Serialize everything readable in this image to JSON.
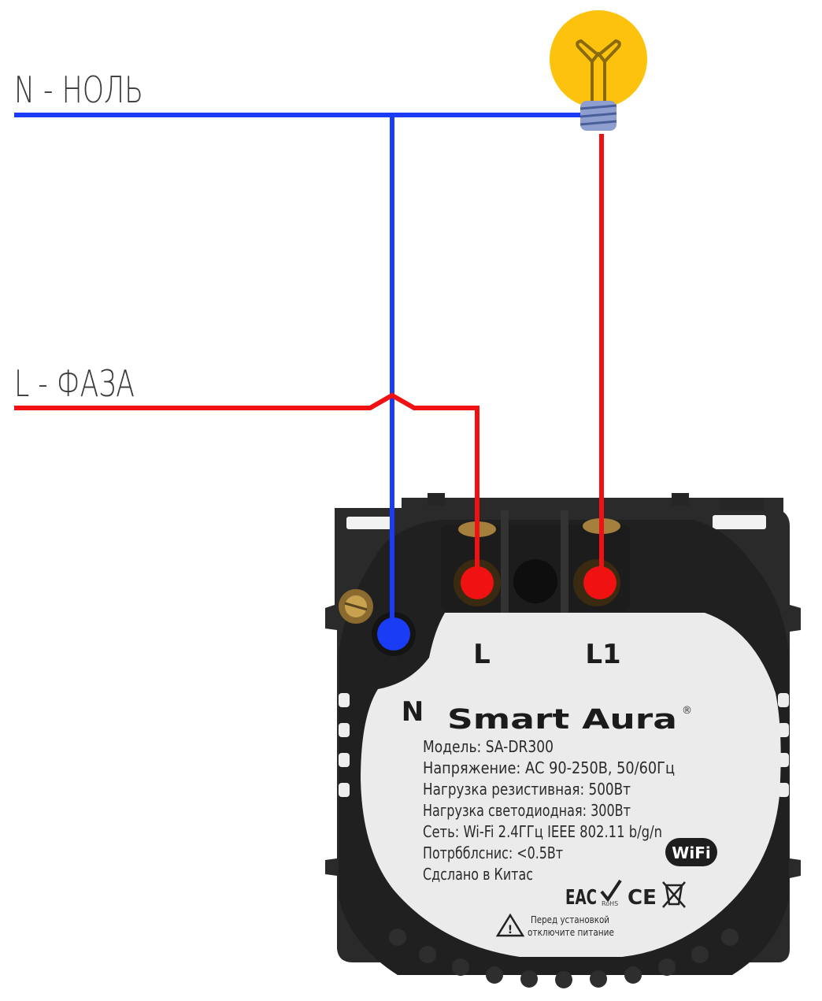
{
  "lines": {
    "neutral_label": "N - НОЛЬ",
    "phase_label": "L - ФАЗА"
  },
  "terminals": {
    "l": "L",
    "l1": "L1",
    "n": "N"
  },
  "device": {
    "brand": "Smart Aura",
    "trademark": "®",
    "specs": [
      "Модель: SA-DR300",
      "Напряжение: АС 90-250В, 50/60Гц",
      "Нагрузка резистивная: 500Вт",
      "Нагрузка светодиодная: 300Вт",
      "Сеть: Wi-Fi 2.4ГГц IEEE 802.11 b/g/n",
      "Потрбблснис: <0.5Вт",
      "Сдслано в Китас"
    ],
    "wifi_badge": "WiFi",
    "certifications": [
      "EAC",
      "RoHS",
      "CE"
    ],
    "warning": [
      "Перед установкой",
      "отключите питание"
    ]
  },
  "colors": {
    "neutral_wire": "#1a3cf5",
    "phase_wire": "#f01212",
    "lamp_bulb": "#fdc20e",
    "device_body": "#262626",
    "label_panel": "#ebebeb"
  },
  "icons": [
    "light-bulb-icon",
    "wifi-badge-icon",
    "eac-mark-icon",
    "rohs-check-icon",
    "ce-mark-icon",
    "weee-bin-icon",
    "warning-triangle-icon"
  ]
}
